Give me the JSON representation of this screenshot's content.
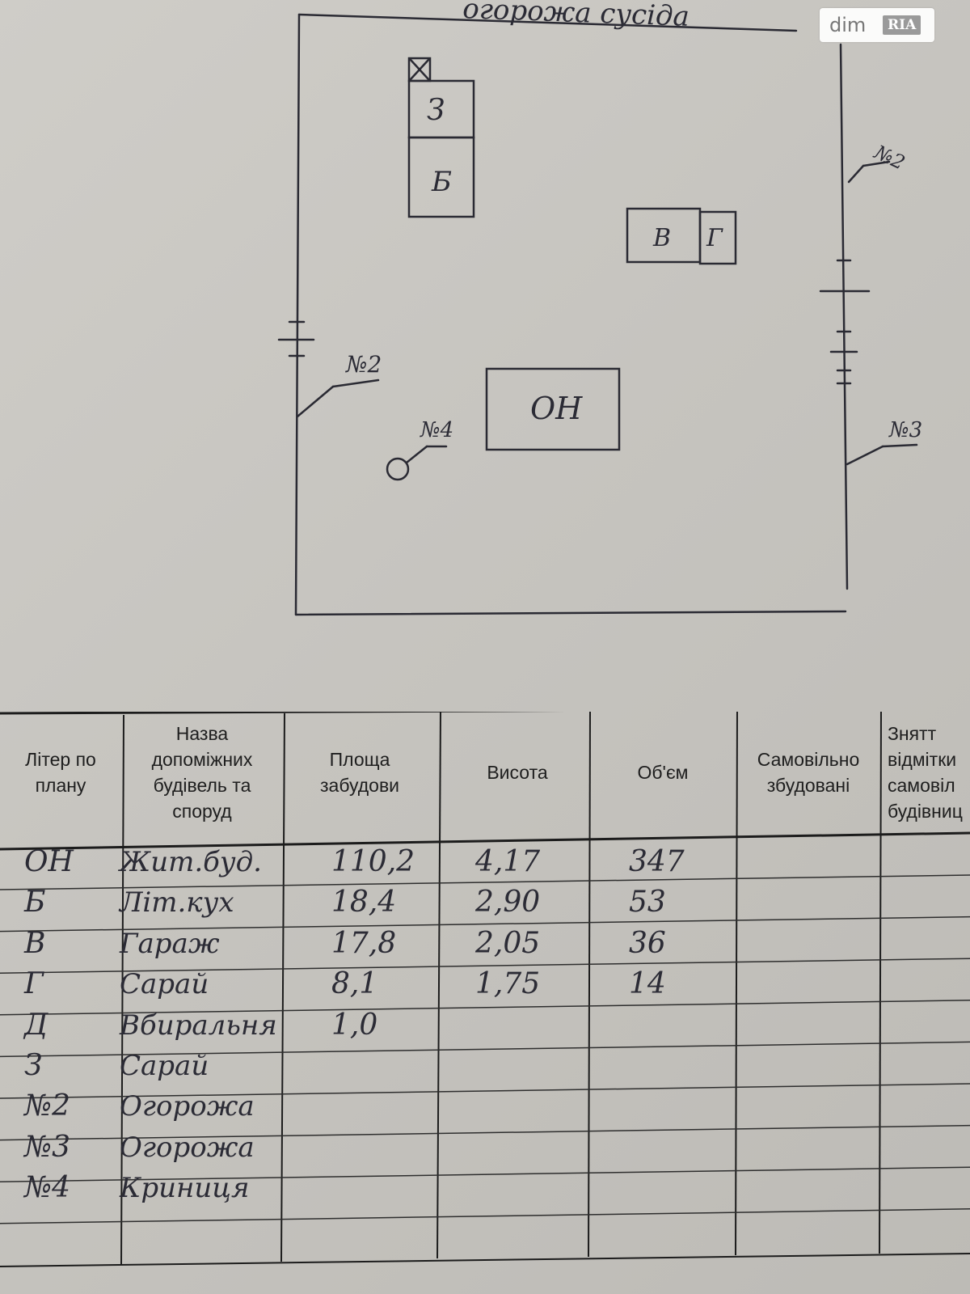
{
  "plan": {
    "top_label": "огорожа сусіда",
    "buildings": {
      "z": "З",
      "b": "Б",
      "v": "В",
      "g": "Г",
      "house": "ОН"
    },
    "markers": {
      "n2_right": "№2",
      "n2_left": "№2",
      "n3": "№3",
      "n4": "№4"
    }
  },
  "watermark": {
    "brand": "dim",
    "ria": "RIA"
  },
  "table": {
    "headers": [
      "Літер по плану",
      "Назва допоміжних будівель та споруд",
      "Площа забудови",
      "Висота",
      "Об'єм",
      "Самовільно збудовані",
      "Знятт відмітки самовіл будівниц"
    ],
    "rows": [
      {
        "liter": "ОН",
        "name": "Жит.буд.",
        "area": "110,2",
        "height": "4,17",
        "volume": "347"
      },
      {
        "liter": "Б",
        "name": "Літ.кух",
        "area": "18,4",
        "height": "2,90",
        "volume": "53"
      },
      {
        "liter": "В",
        "name": "Гараж",
        "area": "17,8",
        "height": "2,05",
        "volume": "36"
      },
      {
        "liter": "Г",
        "name": "Сарай",
        "area": "8,1",
        "height": "1,75",
        "volume": "14"
      },
      {
        "liter": "Д",
        "name": "Вбиральня",
        "area": "1,0",
        "height": "",
        "volume": ""
      },
      {
        "liter": "З",
        "name": "Сарай",
        "area": "",
        "height": "",
        "volume": ""
      },
      {
        "liter": "№2",
        "name": "Огорожа",
        "area": "",
        "height": "",
        "volume": ""
      },
      {
        "liter": "№3",
        "name": "Огорожа",
        "area": "",
        "height": "",
        "volume": ""
      },
      {
        "liter": "№4",
        "name": "Криниця",
        "area": "",
        "height": "",
        "volume": ""
      }
    ]
  }
}
